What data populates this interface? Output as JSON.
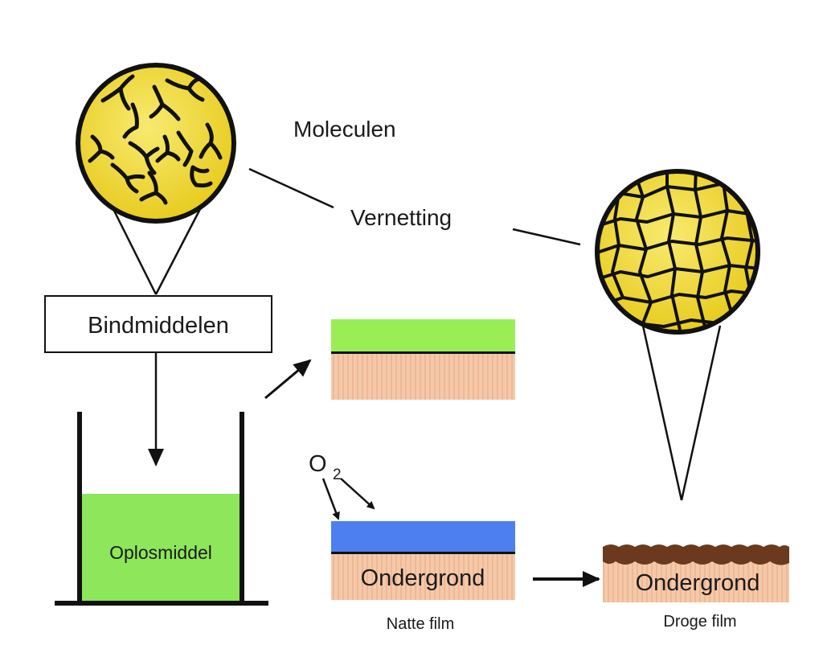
{
  "labels": {
    "molecules": "Moleculen",
    "crosslinking": "Vernetting",
    "binders": "Bindmiddelen",
    "solvent": "Oplosmiddel",
    "oxygen": "O",
    "oxygen_subscript": "2",
    "substrate_wet": "Ondergrond",
    "substrate_dry": "Ondergrond",
    "wet_film": "Natte film",
    "dry_film": "Droge film"
  },
  "colors": {
    "circle_fill": "#f2de3a",
    "solvent_green": "#8ee65a",
    "wet_layer_green": "#99ee55",
    "oxygen_layer_blue": "#4d7ff0",
    "substrate": "#f5c9a8",
    "dry_film_brown": "#6b3a1e"
  }
}
